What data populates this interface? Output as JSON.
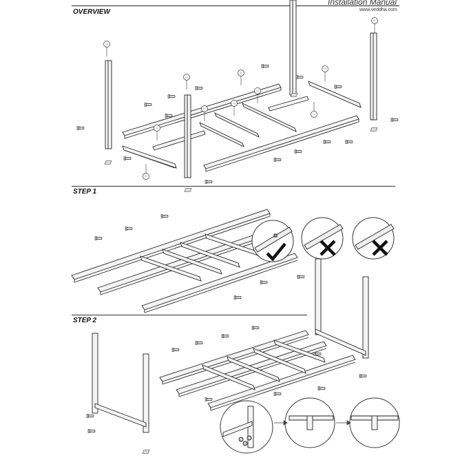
{
  "header": {
    "title": "Installation Manual",
    "website": "www.veddha.com"
  },
  "sections": {
    "overview": "OVERVIEW",
    "step1": "STEP 1",
    "step2": "STEP 2"
  },
  "colors": {
    "ink": "#222222",
    "beam_fill": "#f4f4f4",
    "mark": "#111111"
  },
  "icons": [
    "check-icon",
    "cross-icon",
    "cross-icon"
  ]
}
